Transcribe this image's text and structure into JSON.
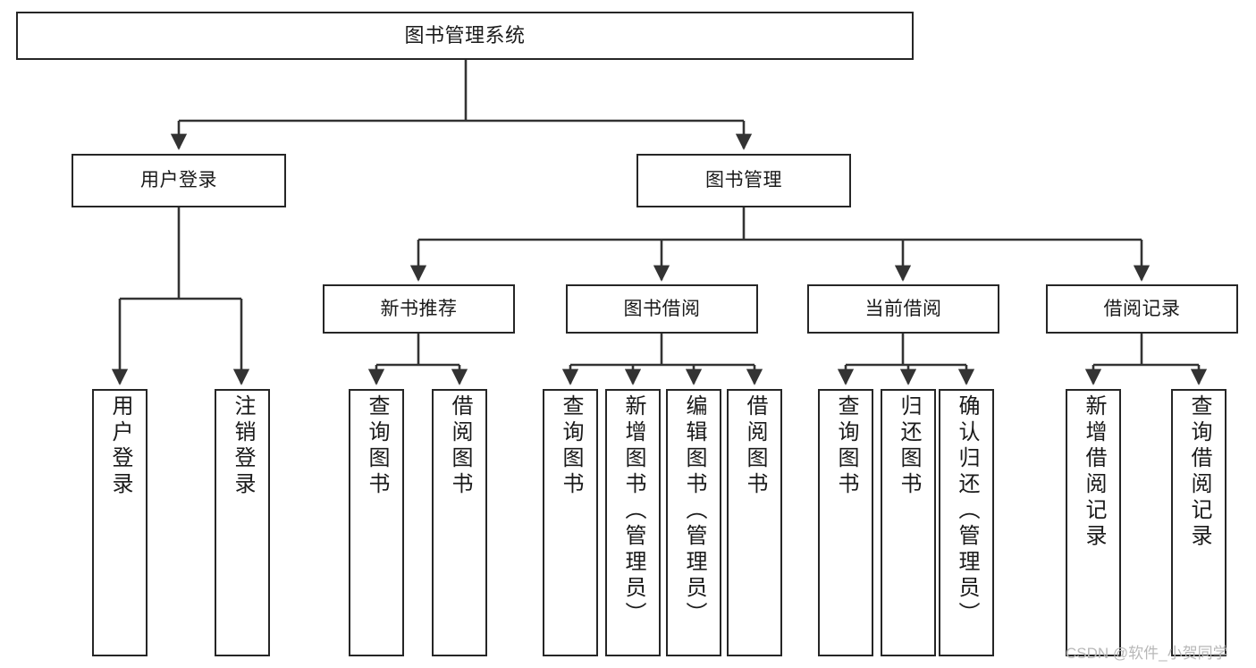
{
  "diagram": {
    "title": "图书管理系统",
    "type": "tree",
    "colors": {
      "box_border": "#262626",
      "box_fill": "#ffffff",
      "edge": "#333333",
      "text": "#1a1a1a",
      "watermark": "#b8b8b8",
      "background": "#ffffff"
    },
    "nodes": {
      "root": {
        "label": "图书管理系统"
      },
      "level2": [
        {
          "id": "user-login",
          "label": "用户登录"
        },
        {
          "id": "book-management",
          "label": "图书管理"
        }
      ],
      "level3": [
        {
          "id": "new-book-recommend",
          "label": "新书推荐"
        },
        {
          "id": "book-borrow",
          "label": "图书借阅"
        },
        {
          "id": "current-borrow",
          "label": "当前借阅"
        },
        {
          "id": "borrow-record",
          "label": "借阅记录"
        }
      ],
      "leaves": {
        "user_login": [
          {
            "id": "leaf-user-login",
            "label": "用户登录"
          },
          {
            "id": "leaf-logout-login",
            "label": "注销登录"
          }
        ],
        "new_book_recommend": [
          {
            "id": "leaf-query-book-1",
            "label": "查询图书"
          },
          {
            "id": "leaf-borrow-book-1",
            "label": "借阅图书"
          }
        ],
        "book_borrow": [
          {
            "id": "leaf-query-book-2",
            "label": "查询图书"
          },
          {
            "id": "leaf-add-book",
            "label": "新增图书（管理员）"
          },
          {
            "id": "leaf-edit-book",
            "label": "编辑图书（管理员）"
          },
          {
            "id": "leaf-borrow-book-2",
            "label": "借阅图书"
          }
        ],
        "current_borrow": [
          {
            "id": "leaf-query-book-3",
            "label": "查询图书"
          },
          {
            "id": "leaf-return-book",
            "label": "归还图书"
          },
          {
            "id": "leaf-confirm-return",
            "label": "确认归还（管理员）"
          }
        ],
        "borrow_record": [
          {
            "id": "leaf-add-borrow-record",
            "label": "新增借阅记录"
          },
          {
            "id": "leaf-query-borrow-record",
            "label": "查询借阅记录"
          }
        ]
      }
    }
  },
  "watermark": {
    "text": "CSDN @软件_小贺同学"
  }
}
